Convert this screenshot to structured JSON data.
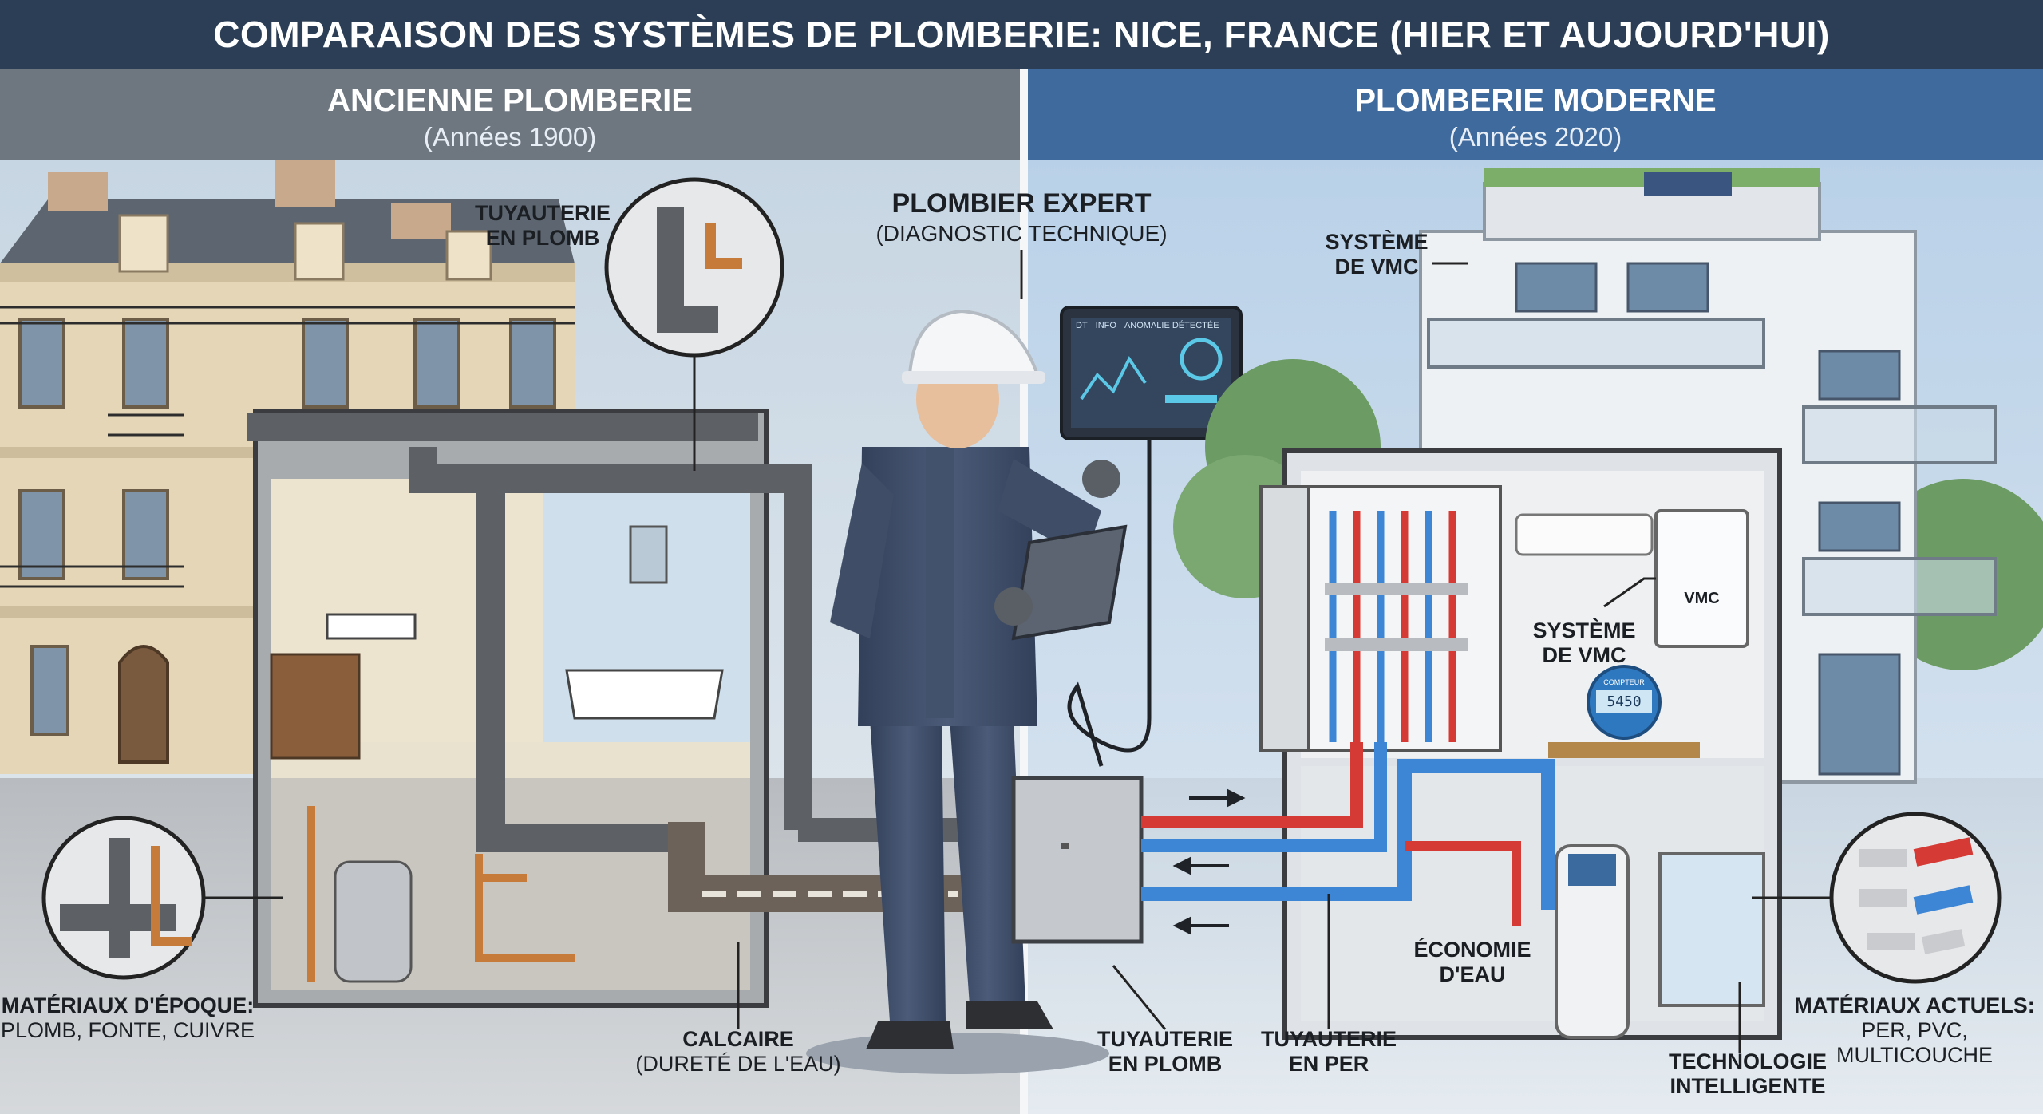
{
  "title": "COMPARAISON DES SYSTÈMES DE PLOMBERIE: NICE, FRANCE (HIER ET AUJOURD'HUI)",
  "colors": {
    "title_bar": "#2b3e55",
    "left_header": "#6e7680",
    "right_header": "#3f6a9e",
    "hot_pipe": "#d63a35",
    "cold_pipe": "#3d86d6",
    "old_pipe": "#5d6166",
    "worker_suit": "#3e4c63"
  },
  "left_panel": {
    "heading": "ANCIENNE PLOMBERIE",
    "period": "(Années 1900)"
  },
  "right_panel": {
    "heading": "PLOMBERIE MODERNE",
    "period": "(Années 2020)"
  },
  "center": {
    "heading": "PLOMBIER EXPERT",
    "subheading": "(DIAGNOSTIC TECHNIQUE)"
  },
  "labels": {
    "lead_pipes_top": [
      "TUYAUTERIE",
      "EN PLOMB"
    ],
    "old_materials_title": "MATÉRIAUX D'ÉPOQUE:",
    "old_materials_list": "PLOMB, FONTE, CUIVRE",
    "limescale_title": "CALCAIRE",
    "limescale_sub": "(DURETÉ DE L'EAU)",
    "lead_pipes_bottom": [
      "TUYAUTERIE",
      "EN PLOMB"
    ],
    "per_pipes": [
      "TUYAUTERIE",
      "EN PER"
    ],
    "vmc_top": [
      "SYSTÈME",
      "DE VMC"
    ],
    "vmc_inside": [
      "SYSTÈME",
      "DE VMC"
    ],
    "water_saving": [
      "ÉCONOMIE",
      "D'EAU"
    ],
    "smart_tech": [
      "TECHNOLOGIE",
      "INTELLIGENTE"
    ],
    "new_materials_title": "MATÉRIAUX ACTUELS:",
    "new_materials_list": "PER, PVC, MULTICOUCHE",
    "vmc_unit_text": "VMC"
  },
  "tablet_screen": {
    "tabs": [
      "DT",
      "INFO"
    ],
    "status": "ANOMALIE DÉTECTÉE"
  },
  "water_meter": {
    "brand": "COMPTEUR",
    "reading": "5450"
  }
}
